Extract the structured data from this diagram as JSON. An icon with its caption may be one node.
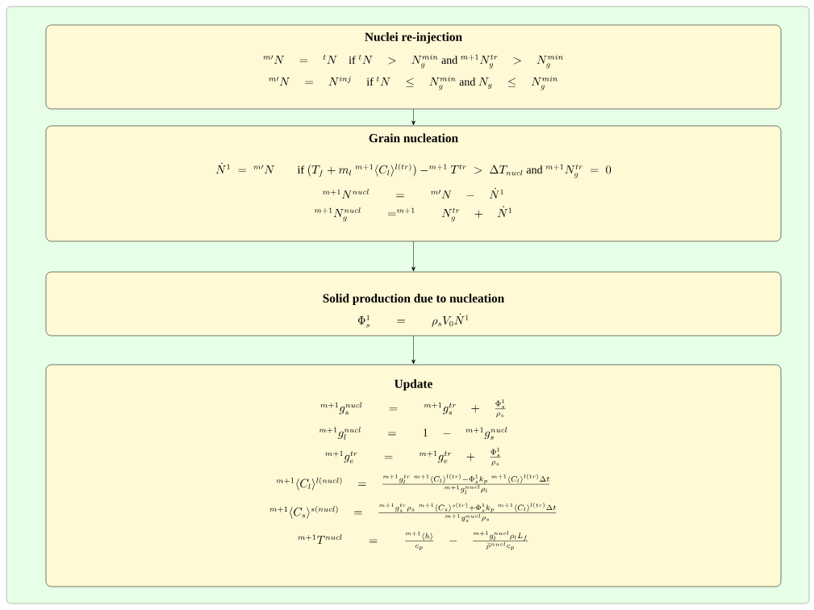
{
  "diagram": {
    "nodes": [
      {
        "text": [
          "Nuclei re-injection",
          "{}^{m\\prime}N \\quad = \\quad {}^{t}N \\quad \\mbox{if } {}^{t}N \\quad > \\quad N_g^{min} \\mbox{ and } {}^{m+1}N_g^{tr} \\quad > \\quad N_g^{min}",
          "{}^{m\\prime}N \\quad = \\quad N^{inj} \\quad\\; \\mbox{if } {}^{t}N \\quad \\leq \\quad N_g^{min} \\mbox{ and } N_g \\quad \\leq \\quad N_g^{min}"
        ]
      },
      {
        "text": [
          "Grain nucleation",
          "\\dot{N}^1 \\;=\\; {}^{m\\prime}N \\qquad \\mbox{if } (T_f + m_l\\ {}^{m+1}\\langle C_l\\rangle^{l(tr)}) -^{m+1} T^{tr} \\;>\\; \\Delta T_{nucl} \\mbox{ and } {}^{m+1}N_g^{tr} \\;=\\; 0",
          "{}^{m+1}N^{nucl} \\qquad = \\qquad {}^{m\\prime}N \\quad - \\quad \\dot{N}^1",
          "{}^{m+1}N_g^{nucl} \\qquad =^{m+1} \\qquad N_g^{tr} \\quad + \\quad \\dot{N}^1"
        ]
      },
      {
        "text": [
          "Solid production due to nucleation",
          "\\Phi_s^1 \\qquad = \\qquad \\rho_s V_0 \\dot{N}^1"
        ]
      },
      {
        "text": [
          "Update",
          "{}^{m+1}g_s^{nucl} \\qquad = \\qquad {}^{m+1}g_s^{tr} \\quad + \\quad \\frac{\\Phi_s^1}{\\rho_s}",
          "{}^{m+1}g_l^{nucl} \\qquad = \\qquad 1 \\quad - \\quad {}^{m+1}g_s^{nucl}",
          "{}^{m+1}g_e^{tr} \\qquad = \\qquad {}^{m+1}g_e^{tr} \\quad + \\quad \\frac{\\Phi_s^1}{\\rho_s}",
          "{}^{m+1}\\langle C_l\\rangle^{l(nucl)} \\quad = \\quad \\frac{{}^{m+1}g_l^{tr}\\ {}^{m+1}\\langle C_l\\rangle^{l(tr)} - \\Phi_s^1 k_p\\ {}^{m+1}\\langle C_l\\rangle^{l(tr)}\\Delta t}{{}^{m+1}g_l^{nucl}\\rho_l}",
          "{}^{m+1}\\langle C_s\\rangle^{s(nucl)} \\quad = \\quad \\frac{{}^{m+1}g_s^{tr}\\rho_s\\ {}^{m+1}\\langle C_s\\rangle^{s(tr)} + \\Phi_s^1 k_p\\ {}^{m+1}\\langle C_l\\rangle^{l(tr)}\\Delta t}{{}^{m+1}g_s^{nucl}\\rho_s}",
          "{}^{m+1}T^{nucl} \\qquad = \\qquad \\frac{{}^{m+1}\\langle h\\rangle}{c_p} \\quad - \\quad \\frac{{}^{m+1}g_l^{nucl}\\rho_l L_f}{\\bar{\\rho}^{nucl}c_p}"
        ]
      }
    ],
    "edges": [
      {
        "from": 0,
        "to": 1,
        "arrow": "to"
      },
      {
        "from": 1,
        "to": 2,
        "arrow": "to"
      },
      {
        "from": 2,
        "to": 3,
        "arrow": "to"
      }
    ]
  }
}
